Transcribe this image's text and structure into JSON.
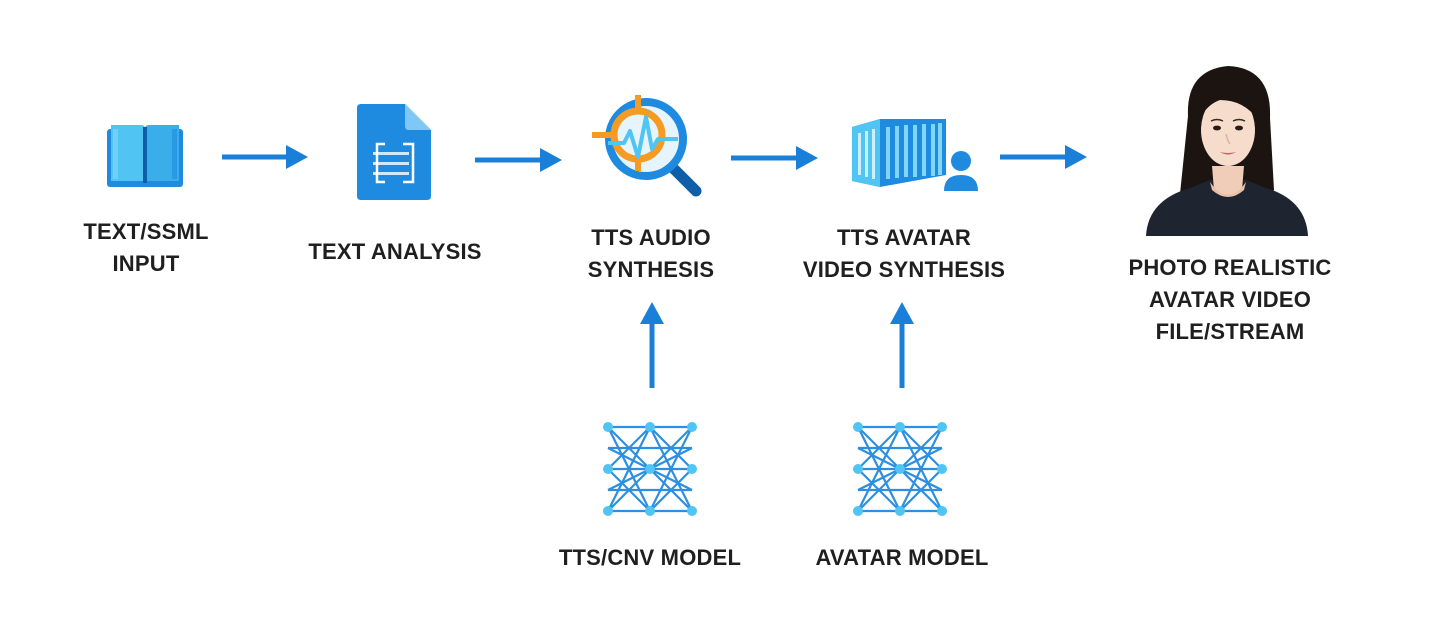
{
  "diagram": {
    "colors": {
      "arrow": "#1a7fd9",
      "icon_primary": "#1e8ae0",
      "icon_light": "#50c4f2",
      "icon_dark": "#0f5fa8",
      "network_node": "#50c4f2",
      "orange": "#f59a23",
      "text": "#1f1f1f"
    },
    "nodes": {
      "text_input": {
        "icon": "open-book-icon",
        "label_lines": [
          "TEXT/SSML",
          "INPUT"
        ]
      },
      "text_analysis": {
        "icon": "document-icon",
        "label_lines": [
          "TEXT ANALYSIS"
        ]
      },
      "audio_synthesis": {
        "icon": "audio-search-icon",
        "label_lines": [
          "TTS AUDIO",
          "SYNTHESIS"
        ]
      },
      "video_synthesis": {
        "icon": "container-user-icon",
        "label_lines": [
          "TTS AVATAR",
          "VIDEO SYNTHESIS"
        ]
      },
      "avatar_output": {
        "icon": "avatar-portrait",
        "label_lines": [
          "PHOTO REALISTIC",
          "AVATAR VIDEO",
          "FILE/STREAM"
        ]
      },
      "tts_model": {
        "icon": "neural-network-icon",
        "label_lines": [
          "TTS/CNV MODEL"
        ]
      },
      "avatar_model": {
        "icon": "neural-network-icon",
        "label_lines": [
          "AVATAR MODEL"
        ]
      }
    }
  }
}
